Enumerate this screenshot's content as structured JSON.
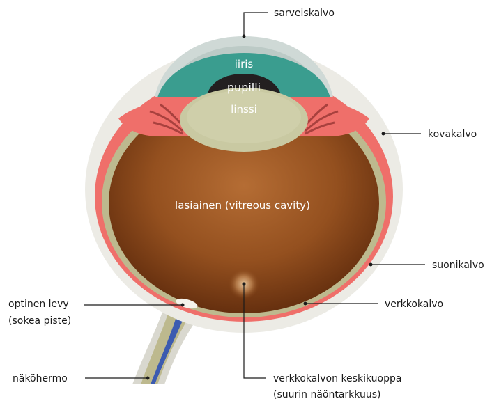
{
  "labels": {
    "cornea": "sarveiskalvo",
    "iris": "iiris",
    "pupil": "pupilli",
    "lens": "linssi",
    "sclera": "kovakalvo",
    "vitreous": "lasiainen (vitreous cavity)",
    "choroid": "suonikalvo",
    "optic_disc_line1": "optinen levy",
    "optic_disc_line2": "(sokea piste)",
    "retina": "verkkokalvo",
    "optic_nerve": "näköhermo",
    "fovea_line1": "verkkokalvon keskikuoppa",
    "fovea_line2": "(suurin näöntarkkuus)"
  },
  "colors": {
    "sclera": "#ecebe5",
    "choroid": "#ef6f6a",
    "retina": "#bdb98e",
    "vitreous_center": "#b06a33",
    "vitreous_edge": "#5e2a0c",
    "iris": "#3a9d8f",
    "pupil": "#231f20",
    "lens": "#c9c9a2",
    "cornea": "#cfd9d6",
    "optic_nerve_vessel": "#3c5bb0"
  }
}
